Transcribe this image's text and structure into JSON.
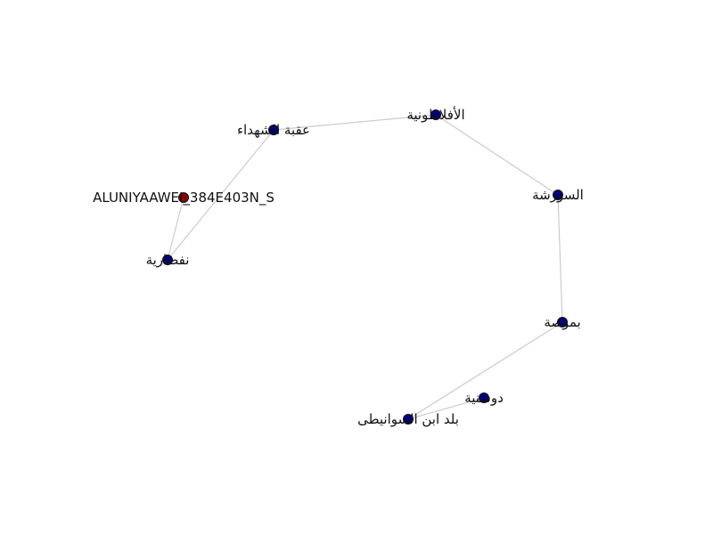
{
  "graph": {
    "node_color_default": "#000080",
    "node_color_highlight": "#8b0000",
    "edge_color": "#cccccc",
    "nodes": [
      {
        "id": "n1",
        "label": "الأفلاطونية",
        "highlight": false
      },
      {
        "id": "n2",
        "label": "عقبة الشهداء",
        "highlight": false
      },
      {
        "id": "n3",
        "label": "ALUNIYAAWEI_384E403N_S",
        "highlight": true
      },
      {
        "id": "n4",
        "label": "نفصارية",
        "highlight": false
      },
      {
        "id": "n5",
        "label": "السورشة",
        "highlight": false
      },
      {
        "id": "n6",
        "label": "بموصة",
        "highlight": false
      },
      {
        "id": "n7",
        "label": "دوسنية",
        "highlight": false
      },
      {
        "id": "n8",
        "label": "بلد ابن السوانيطى",
        "highlight": false
      }
    ],
    "edges": [
      [
        "n1",
        "n2"
      ],
      [
        "n1",
        "n5"
      ],
      [
        "n2",
        "n4"
      ],
      [
        "n3",
        "n4"
      ],
      [
        "n5",
        "n6"
      ],
      [
        "n6",
        "n8"
      ],
      [
        "n7",
        "n8"
      ]
    ]
  }
}
